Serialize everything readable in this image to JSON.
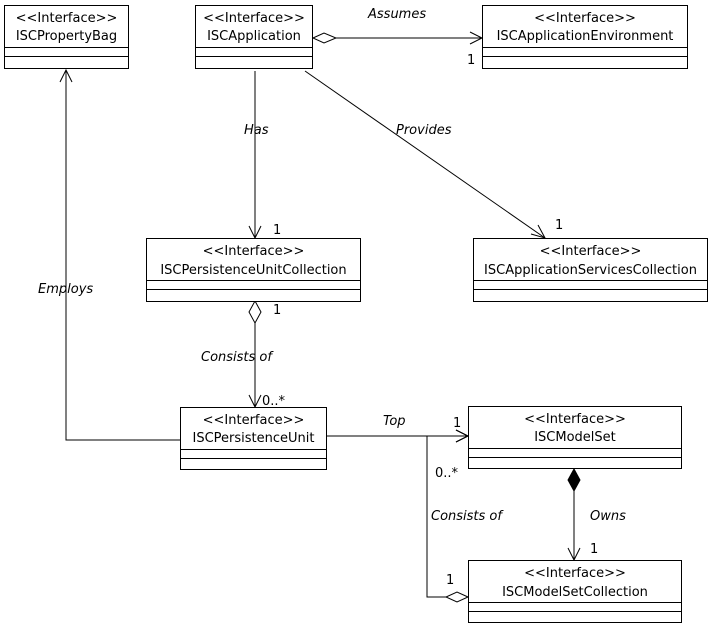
{
  "classes": {
    "property_bag": {
      "stereotype": "<<Interface>>",
      "name": "ISCPropertyBag"
    },
    "application": {
      "stereotype": "<<Interface>>",
      "name": "ISCApplication"
    },
    "app_environment": {
      "stereotype": "<<Interface>>",
      "name": "ISCApplicationEnvironment"
    },
    "pu_collection": {
      "stereotype": "<<Interface>>",
      "name": "ISCPersistenceUnitCollection"
    },
    "app_services": {
      "stereotype": "<<Interface>>",
      "name": "ISCApplicationServicesCollection"
    },
    "persistence_unit": {
      "stereotype": "<<Interface>>",
      "name": "ISCPersistenceUnit"
    },
    "model_set": {
      "stereotype": "<<Interface>>",
      "name": "ISCModelSet"
    },
    "model_set_collection": {
      "stereotype": "<<Interface>>",
      "name": "ISCModelSetCollection"
    }
  },
  "relations": {
    "assumes": {
      "label": "Assumes",
      "multiplicity": "1"
    },
    "has": {
      "label": "Has",
      "multiplicity": "1"
    },
    "provides": {
      "label": "Provides",
      "multiplicity": "1"
    },
    "employs": {
      "label": "Employs"
    },
    "consists_of": {
      "label": "Consists of",
      "source_multiplicity": "1",
      "target_multiplicity": "0..*"
    },
    "top": {
      "label": "Top",
      "multiplicity": "1"
    },
    "owns": {
      "label": "Owns",
      "multiplicity": "1"
    },
    "consists_of_ms": {
      "label": "Consists of",
      "source_multiplicity": "1",
      "target_multiplicity": "0..*"
    }
  }
}
